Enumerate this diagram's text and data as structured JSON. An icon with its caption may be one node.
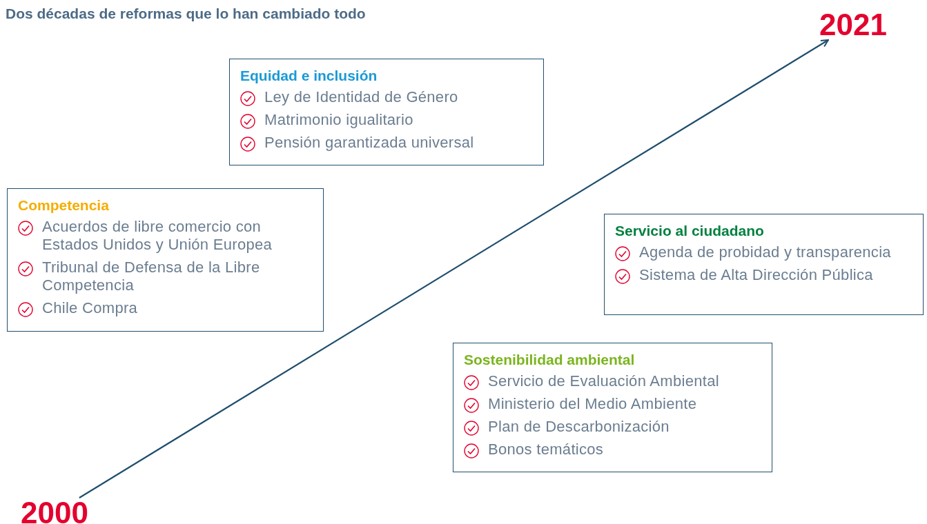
{
  "diagram": {
    "title": "Dos décadas de reformas que lo han cambiado todo",
    "nodes": [
      {
        "text": [
          "2021"
        ]
      },
      {
        "text": [
          "Equidad e inclusión",
          "Ley de Identidad de Género",
          "Matrimonio igualitario",
          "Pensión garantizada universal"
        ]
      },
      {
        "text": [
          "Competencia",
          "Acuerdos de libre comercio con Estados Unidos y Unión Europea",
          "Tribunal de Defensa de la Libre Competencia",
          "Chile Compra"
        ]
      },
      {
        "text": [
          "Servicio al ciudadano",
          "Agenda de probidad y transparencia",
          "Sistema de Alta Dirección Pública"
        ]
      },
      {
        "text": [
          "Sostenibilidad ambiental",
          "Servicio de Evaluación Ambiental",
          "Ministerio del Medio Ambiente",
          "Plan de Descarbonización",
          "Bonos temáticos"
        ]
      },
      {
        "text": [
          "2000"
        ]
      }
    ],
    "edges": [
      {
        "from": 5,
        "to": 0,
        "arrow": "to"
      }
    ]
  }
}
